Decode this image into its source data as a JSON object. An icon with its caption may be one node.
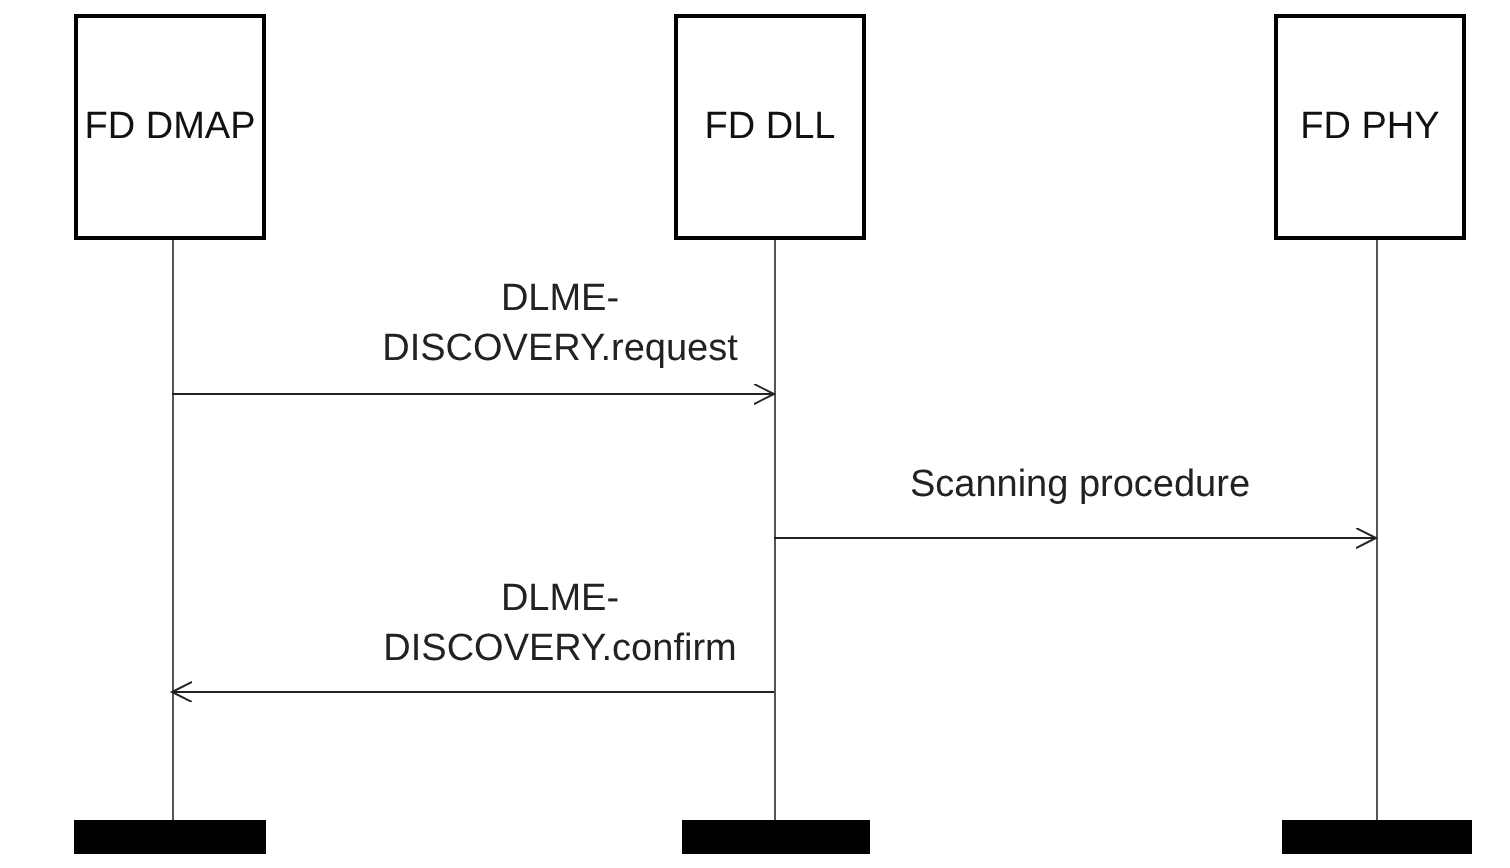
{
  "diagram": {
    "nodes": [
      {
        "text": [
          "FD DMAP"
        ]
      },
      {
        "text": [
          "FD DLL"
        ]
      },
      {
        "text": [
          "FD PHY"
        ]
      },
      {
        "text": [],
        "shape": "line"
      },
      {
        "text": [],
        "shape": "line"
      },
      {
        "text": [],
        "shape": "line"
      },
      {
        "text": [],
        "shape": "bar"
      },
      {
        "text": [],
        "shape": "bar"
      },
      {
        "text": [],
        "shape": "bar"
      }
    ],
    "edges": [
      {
        "from": 3,
        "to": 4,
        "arrow": "to",
        "label": "DLME- DISCOVERY.request"
      },
      {
        "from": 4,
        "to": 5,
        "arrow": "to",
        "label": "Scanning procedure"
      },
      {
        "from": 4,
        "to": 3,
        "arrow": "to",
        "label": "DLME- DISCOVERY.confirm"
      }
    ]
  }
}
